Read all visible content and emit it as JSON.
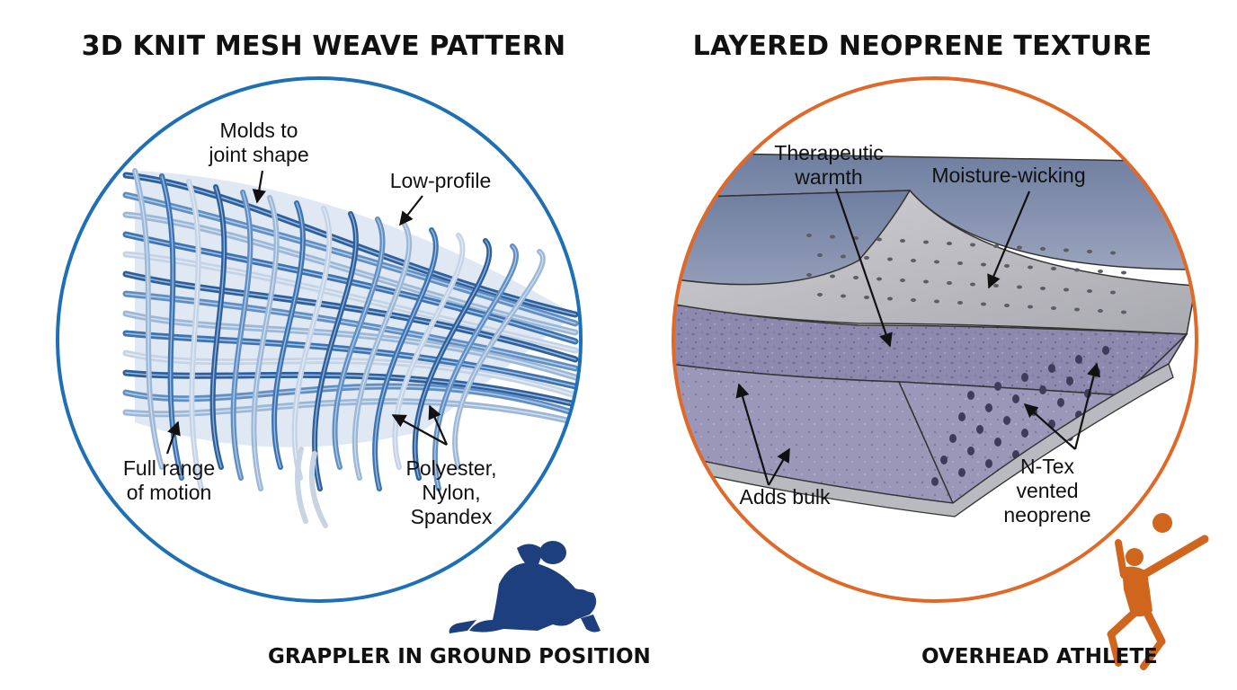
{
  "panels": {
    "left": {
      "title": "3D KNIT MESH WEAVE PATTERN",
      "accent_color": "#1f6fb5",
      "callouts": {
        "molds": [
          "Molds to",
          "joint shape"
        ],
        "low_profile": [
          "Low-profile"
        ],
        "range": [
          "Full range",
          "of motion"
        ],
        "materials": [
          "Polyester,",
          "Nylon,",
          "Spandex"
        ]
      },
      "caption": "GRAPPLER IN GROUND POSITION",
      "icon": "grappler-icon",
      "icon_color": "#1d3f7d"
    },
    "right": {
      "title": "LAYERED NEOPRENE TEXTURE",
      "accent_color": "#e0692a",
      "callouts": {
        "warmth": [
          "Therapeutic",
          "warmth"
        ],
        "wicking": [
          "Moisture-wicking"
        ],
        "bulk": [
          "Adds bulk"
        ],
        "ntex": [
          "N-Tex",
          "vented",
          "neoprene"
        ]
      },
      "caption": "OVERHEAD ATHLETE",
      "icon": "volleyball-spiker-icon",
      "icon_color": "#d0651e"
    }
  }
}
